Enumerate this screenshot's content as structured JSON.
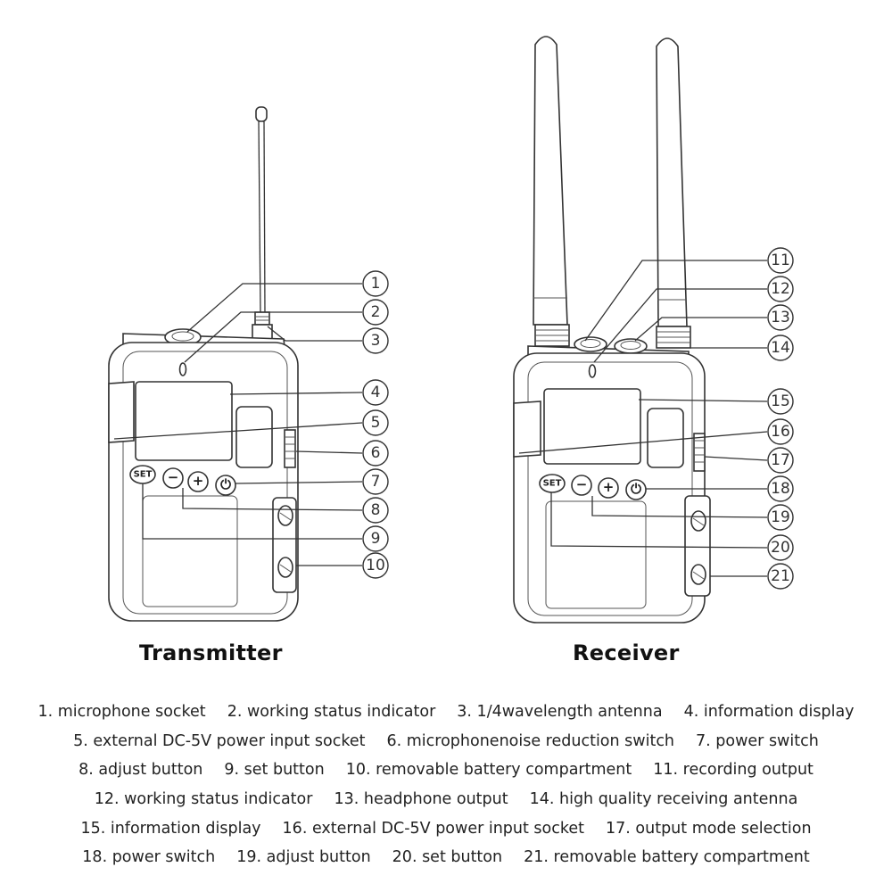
{
  "titles": {
    "transmitter": "Transmitter",
    "receiver": "Receiver"
  },
  "device_labels": {
    "set": "SET",
    "minus": "−",
    "plus": "+",
    "power": "⏻"
  },
  "callouts": [
    "1",
    "2",
    "3",
    "4",
    "5",
    "6",
    "7",
    "8",
    "9",
    "10",
    "11",
    "12",
    "13",
    "14",
    "15",
    "16",
    "17",
    "18",
    "19",
    "20",
    "21"
  ],
  "legend": [
    [
      "1. microphone socket",
      "2. working status indicator",
      "3. 1/4wavelength antenna",
      "4. information display"
    ],
    [
      "5. external DC-5V power input socket",
      "6. microphonenoise reduction switch",
      "7. power switch"
    ],
    [
      "8. adjust button",
      "9. set button",
      "10. removable battery compartment",
      "11. recording output"
    ],
    [
      "12. working status indicator",
      "13. headphone output",
      "14. high quality receiving antenna"
    ],
    [
      "15. information display",
      "16. external DC-5V power input socket",
      "17. output mode selection"
    ],
    [
      "18. power switch",
      "19. adjust button",
      "20. set button",
      "21. removable battery compartment"
    ]
  ]
}
